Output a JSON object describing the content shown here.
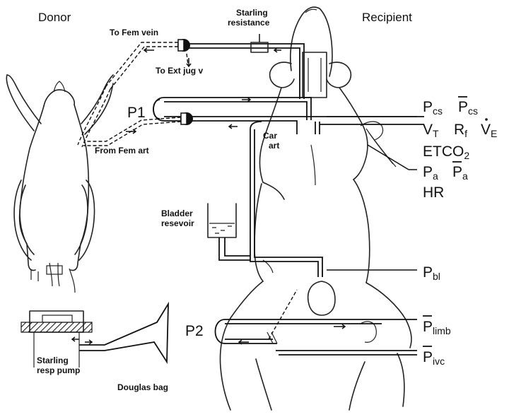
{
  "headers": {
    "donor": "Donor",
    "recipient": "Recipient"
  },
  "labels": {
    "starling_resistance_line1": "Starling",
    "starling_resistance_line2": "resistance",
    "to_fem_vein": "To Fem vein",
    "to_ext_jug": "To Ext jug v",
    "from_fem_art": "From Fem art",
    "car_art_line1": "Car",
    "car_art_line2": "art",
    "bladder_line1": "Bladder",
    "bladder_line2": "resevoir",
    "pump_line1": "Starling",
    "pump_line2": "resp pump",
    "douglas_bag": "Douglas bag"
  },
  "circuits": {
    "p1": "P1",
    "p2": "P2"
  },
  "measurements": {
    "row1": {
      "pcs_main": "P",
      "pcs_sub": "cs",
      "pcs_mean_main": "P",
      "pcs_mean_sub": "cs"
    },
    "row2": {
      "vt_main": "V",
      "vt_sub": "T",
      "rf_main": "R",
      "rf_sub": "f",
      "ve_main": "V",
      "ve_sub": "E"
    },
    "row3": {
      "etco2_main": "ETCO",
      "etco2_sub": "2"
    },
    "row4": {
      "pa_main": "P",
      "pa_sub": "a",
      "pa_mean_main": "P",
      "pa_mean_sub": "a"
    },
    "row5": {
      "hr": "HR"
    },
    "pbl": {
      "main": "P",
      "sub": "bl"
    },
    "plimb": {
      "main": "P",
      "sub": "limb"
    },
    "pivc": {
      "main": "P",
      "sub": "ivc"
    }
  }
}
